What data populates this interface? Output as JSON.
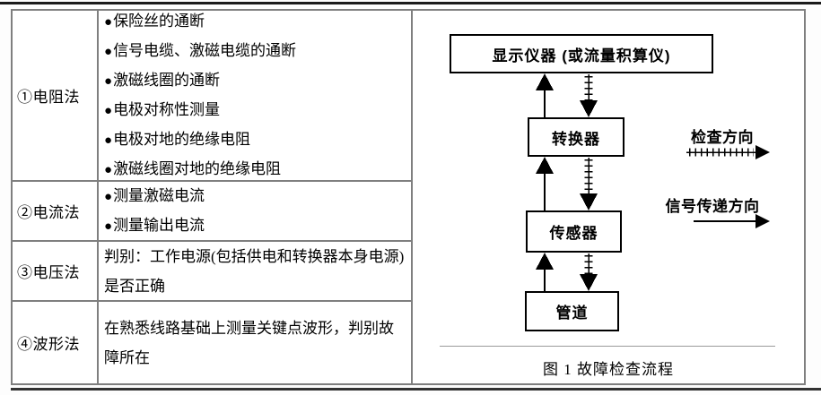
{
  "colors": {
    "top_rule": "#1b1b1b",
    "bottom_rule": "#333333",
    "table_border": "#7f7f7f",
    "diagram_line": "#000000",
    "caption_rule": "#9a9a9a",
    "text": "#000000"
  },
  "table": {
    "bullet": "●",
    "rows": [
      {
        "method": "①电阻法",
        "items": [
          "保险丝的通断",
          "信号电缆、激磁电缆的通断",
          "激磁线圈的通断",
          "电极对称性测量",
          "电极对地的绝缘电阻",
          "激磁线圈对地的绝缘电阻"
        ]
      },
      {
        "method": "②电流法",
        "items": [
          "测量激磁电流",
          "测量输出电流"
        ]
      },
      {
        "method": "③电压法",
        "text": "判别：工作电源(包括供电和转换器本身电源)是否正确"
      },
      {
        "method": "④波形法",
        "text": "在熟悉线路基础上测量关键点波形，判别故障所在"
      }
    ]
  },
  "diagram": {
    "boxes": [
      {
        "label": "显示仪器 (或流量积算仪)"
      },
      {
        "label": "转换器"
      },
      {
        "label": "传感器"
      },
      {
        "label": "管道"
      }
    ],
    "legend": [
      {
        "label": "检查方向",
        "style": "ticked-arrow"
      },
      {
        "label": "信号传递方向",
        "style": "solid-arrow"
      }
    ],
    "caption": "图 1 故障检查流程"
  }
}
